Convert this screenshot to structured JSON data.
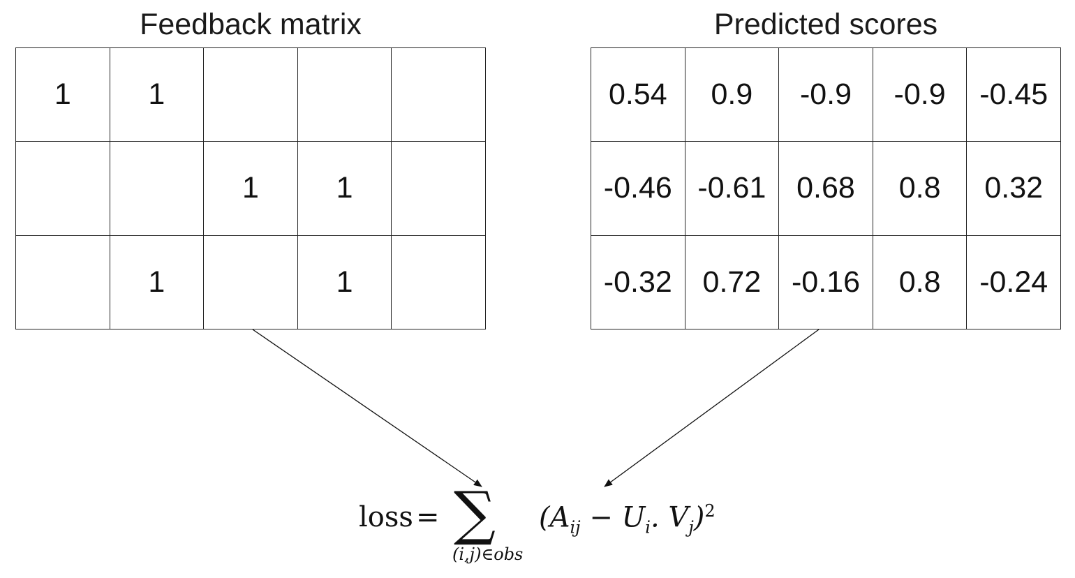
{
  "feedback_matrix": {
    "title": "Feedback matrix",
    "rows": [
      [
        "1",
        "1",
        "",
        "",
        ""
      ],
      [
        "",
        "",
        "1",
        "1",
        ""
      ],
      [
        "",
        "1",
        "",
        "1",
        ""
      ]
    ]
  },
  "predicted_scores": {
    "title": "Predicted scores",
    "rows": [
      [
        "0.54",
        "0.9",
        "-0.9",
        "-0.9",
        "-0.45"
      ],
      [
        "-0.46",
        "-0.61",
        "0.68",
        "0.8",
        "0.32"
      ],
      [
        "-0.32",
        "0.72",
        "-0.16",
        "0.8",
        "-0.24"
      ]
    ]
  },
  "formula": {
    "lhs": "loss",
    "equals": "=",
    "sum_symbol": "∑",
    "sum_subscript": "(i,j)∈obs",
    "open_paren": "(",
    "a_symbol": "A",
    "a_sub": "ij",
    "minus": " − ",
    "u_symbol": "U",
    "u_sub": "i",
    "dot": ". ",
    "v_symbol": "V",
    "v_sub": "j",
    "close_paren": ")",
    "exponent": "2"
  }
}
